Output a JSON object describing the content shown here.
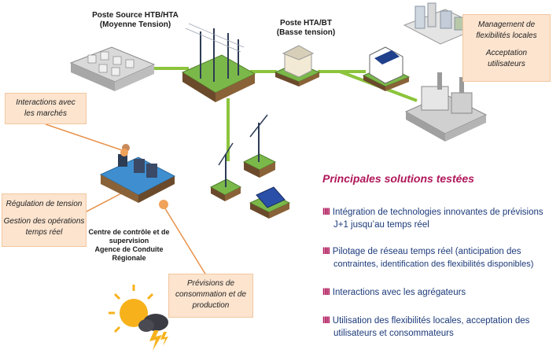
{
  "labels": {
    "poste_source": "Poste Source  HTB/HTA",
    "poste_source_sub": "(Moyenne Tension)",
    "poste_hta_bt": "Poste HTA/BT",
    "poste_hta_bt_sub": "(Basse tension)",
    "centre": [
      "Centre de contrôle et de",
      "supervision",
      "Agence de Conduite",
      "Régionale"
    ]
  },
  "callouts": {
    "management": [
      "Management de",
      "flexibilités locales",
      "",
      "Acceptation",
      "utilisateurs"
    ],
    "marches": [
      "Interactions avec",
      "les marchés"
    ],
    "regulation": [
      "Régulation de tension",
      "",
      "Gestion des opérations",
      "temps réel"
    ],
    "previsions": [
      "Prévisions de",
      "consommation et de",
      "production"
    ]
  },
  "solutions": {
    "title": "Principales solutions testées",
    "marker": "IIII",
    "items": [
      [
        "Intégration de technologies innovantes de prévisions",
        "J+1 jusqu’au temps réel"
      ],
      [
        "Pilotage de réseau temps réel (anticipation des",
        "contraintes, identification des flexibilités  disponibles)"
      ],
      [
        "Interactions avec les agrégateurs"
      ],
      [
        "Utilisation des flexibilités  locales, acceptation des",
        "utilisateurs et consommateurs"
      ]
    ]
  },
  "colors": {
    "line_green": "#8cc43c",
    "ground_green": "#7bb84a",
    "callout_bg": "#fce4cf",
    "title_magenta": "#b0175a",
    "text_blue": "#1c3a7a",
    "connector_orange": "#e8924a"
  }
}
